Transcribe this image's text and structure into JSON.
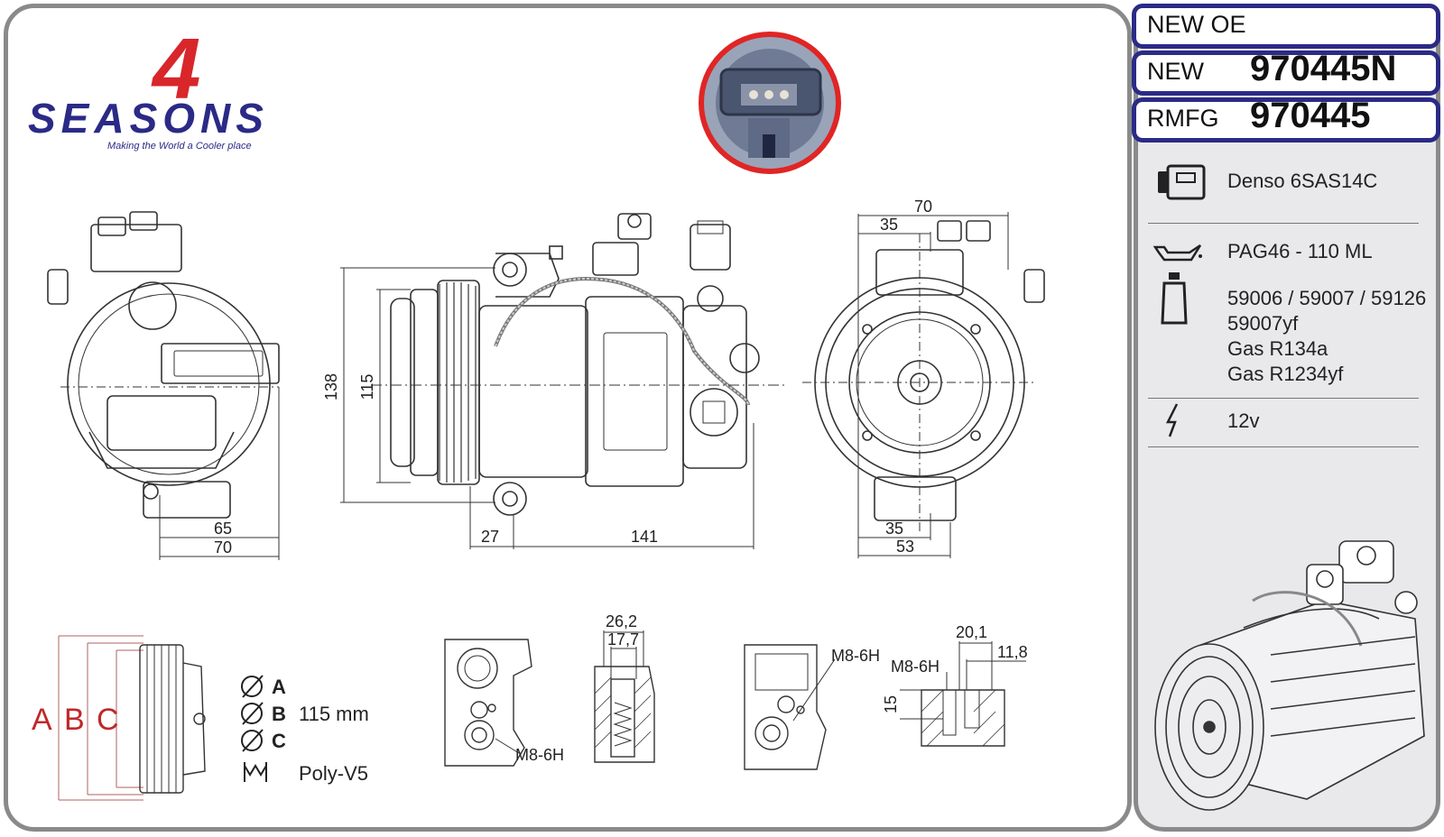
{
  "brand": {
    "logo_number": "4",
    "logo_word": "SEASONS",
    "tagline": "Making the World a Cooler place",
    "colors": {
      "red": "#d8262b",
      "blue": "#2b2a86"
    }
  },
  "header": {
    "oe_label": "NEW OE",
    "new_label": "NEW",
    "new_value": "970445N",
    "rmfg_label": "RMFG",
    "rmfg_value": "970445"
  },
  "specs": {
    "compressor_icon": "compressor-icon",
    "model": "Denso 6SAS14C",
    "oil_icon": "oil-can-icon",
    "oil": "PAG46 - 110 ML",
    "bottle_icon": "oil-bottle-icon",
    "oil_refs_1": "59006 / 59007 / 59126",
    "oil_refs_2": "59007yf",
    "gas_1": "Gas R134a",
    "gas_2": "Gas R1234yf",
    "voltage_icon": "lightning-icon",
    "voltage": "12v"
  },
  "dimensions": {
    "rear_65": "65",
    "rear_70": "70",
    "side_138": "138",
    "side_115": "115",
    "side_27": "27",
    "side_141": "141",
    "front_70": "70",
    "front_35_top": "35",
    "front_35_bottom": "35",
    "front_53": "53",
    "port_26_2": "26,2",
    "port_17_7": "17,7",
    "thread_1": "M8-6H",
    "thread_2": "M8-6H",
    "thread_3": "M8-6H",
    "depth_20_1": "20,1",
    "depth_11_8": "11,8",
    "depth_15": "15"
  },
  "pulley": {
    "label_a": "A",
    "label_b": "B",
    "label_c": "C",
    "diam_a": "A",
    "diam_b": "B",
    "diam_c": "C",
    "diameter": "115 mm",
    "belt": "Poly-V5"
  }
}
